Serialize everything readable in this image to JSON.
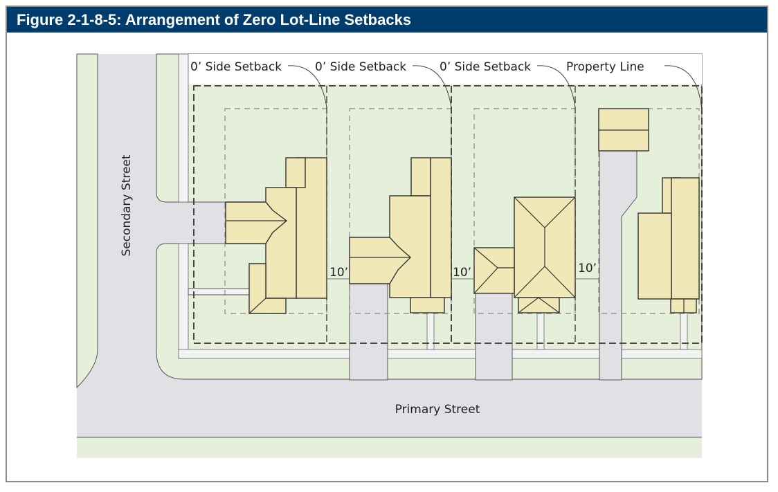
{
  "title": "Figure 2-1-8-5: Arrangement of Zero Lot-Line Setbacks",
  "labels": {
    "setback_1": "0’ Side Setback",
    "setback_2": "0’ Side Setback",
    "setback_3": "0’ Side Setback",
    "property_line": "Property Line",
    "gap_1": "10’",
    "gap_2": "10’",
    "gap_3": "10’",
    "secondary_street": "Secondary Street",
    "primary_street": "Primary Street"
  },
  "colors": {
    "title_bar": "#003c6c",
    "street": "#e0e0e5",
    "lawn": "#e5efd9",
    "house": "#f1e8b8"
  }
}
